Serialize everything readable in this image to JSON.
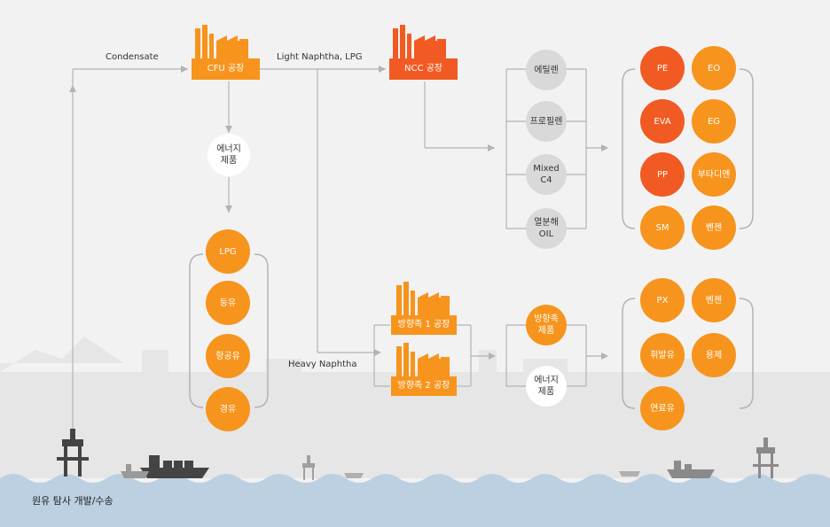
{
  "flow_labels": {
    "condensate": "Condensate",
    "light_naphtha": "Light Naphtha, LPG",
    "heavy_naphtha": "Heavy Naphtha"
  },
  "factories": {
    "cfu": "CFU 공장",
    "ncc": "NCC 공장",
    "aromatics1": "방향족 1 공장",
    "aromatics2": "방향족 2 공장"
  },
  "energy_products_cfu": "에너지\n제품",
  "cfu_products": [
    "LPG",
    "등유",
    "항공유",
    "경유"
  ],
  "ncc_intermediates": [
    "에틸렌",
    "프로필렌",
    "Mixed\nC4",
    "열분해\nOIL"
  ],
  "ncc_products": [
    "PE",
    "EO",
    "EVA",
    "EG",
    "PP",
    "부타디엔",
    "SM",
    "벤젠"
  ],
  "aromatics_intermediates": [
    "방향족\n제품",
    "에너지\n제품"
  ],
  "aromatics_products": [
    "PX",
    "벤젠",
    "휘발유",
    "용제",
    "연료유"
  ],
  "bottom_caption": "원유 탐사 개발/수송",
  "colors": {
    "orange": "#f7941d",
    "red": "#f15a22",
    "gray": "#d9d9d9",
    "line": "#b3b3b3",
    "sea": "#bcd0e2"
  }
}
